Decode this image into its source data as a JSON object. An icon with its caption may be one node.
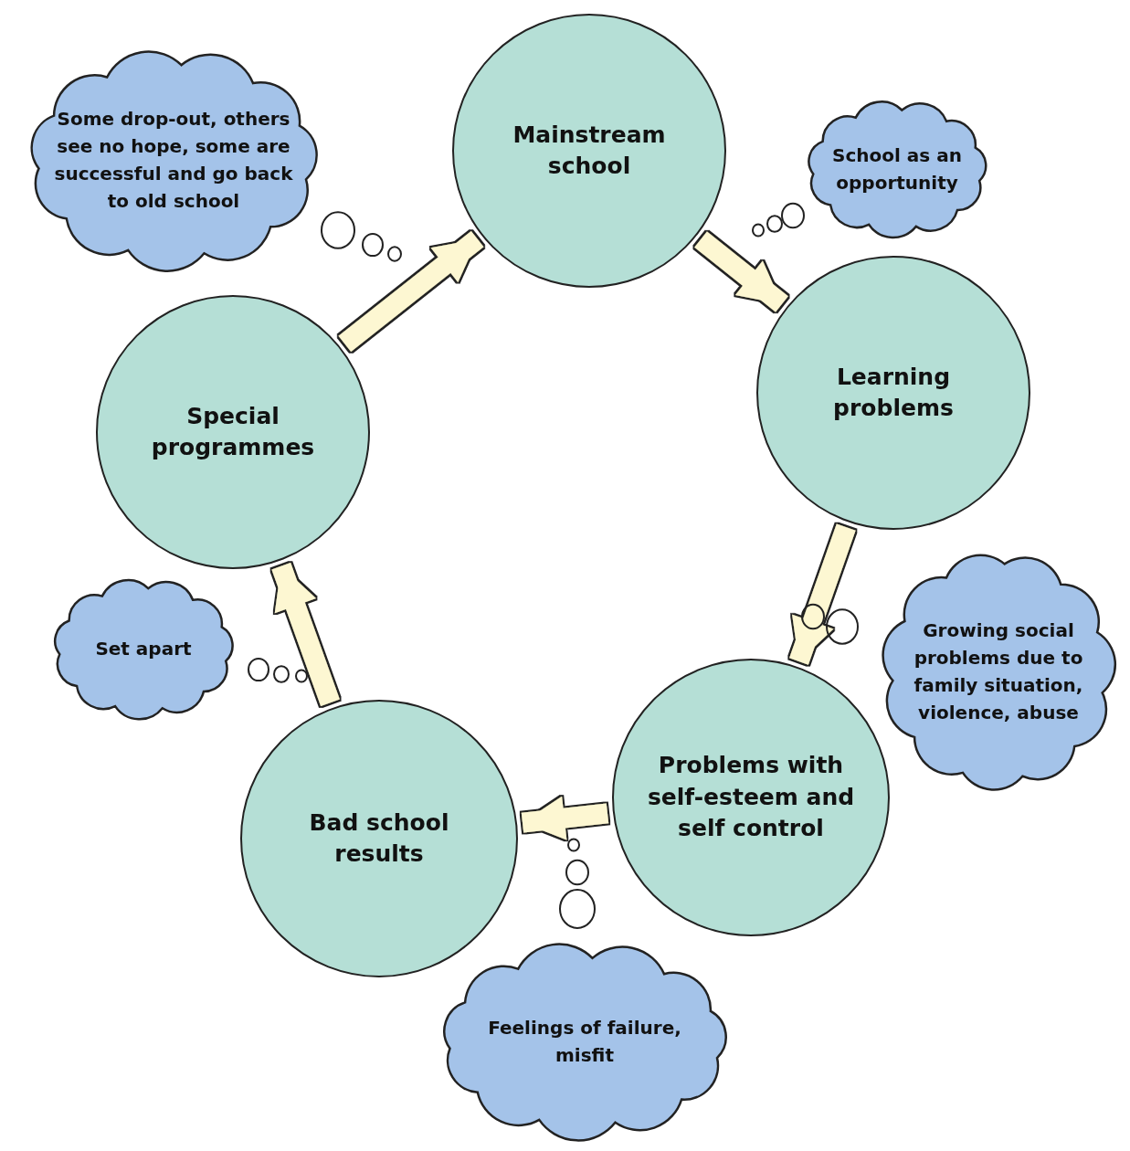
{
  "diagram": {
    "nodes": [
      {
        "text": [
          "Mainstream school"
        ]
      },
      {
        "text": [
          "School as an opportunity"
        ]
      },
      {
        "text": [
          "Learning problems"
        ]
      },
      {
        "text": [
          "Growing social problems due to family situation, violence, abuse"
        ]
      },
      {
        "text": [
          "Problems with self-esteem and self control"
        ]
      },
      {
        "text": [
          "Feelings of failure, misfit"
        ]
      },
      {
        "text": [
          "Bad school results"
        ]
      },
      {
        "text": [
          "Set apart"
        ]
      },
      {
        "text": [
          "Special programmes"
        ]
      },
      {
        "text": [
          "Some drop-out, others see no hope, some are successful and go back to old school"
        ]
      }
    ],
    "edges": [
      {
        "from": 0,
        "to": 2,
        "arrow": "to"
      },
      {
        "from": 2,
        "to": 4,
        "arrow": "to"
      },
      {
        "from": 4,
        "to": 6,
        "arrow": "to"
      },
      {
        "from": 6,
        "to": 8,
        "arrow": "to"
      },
      {
        "from": 8,
        "to": 0,
        "arrow": "to"
      }
    ]
  }
}
